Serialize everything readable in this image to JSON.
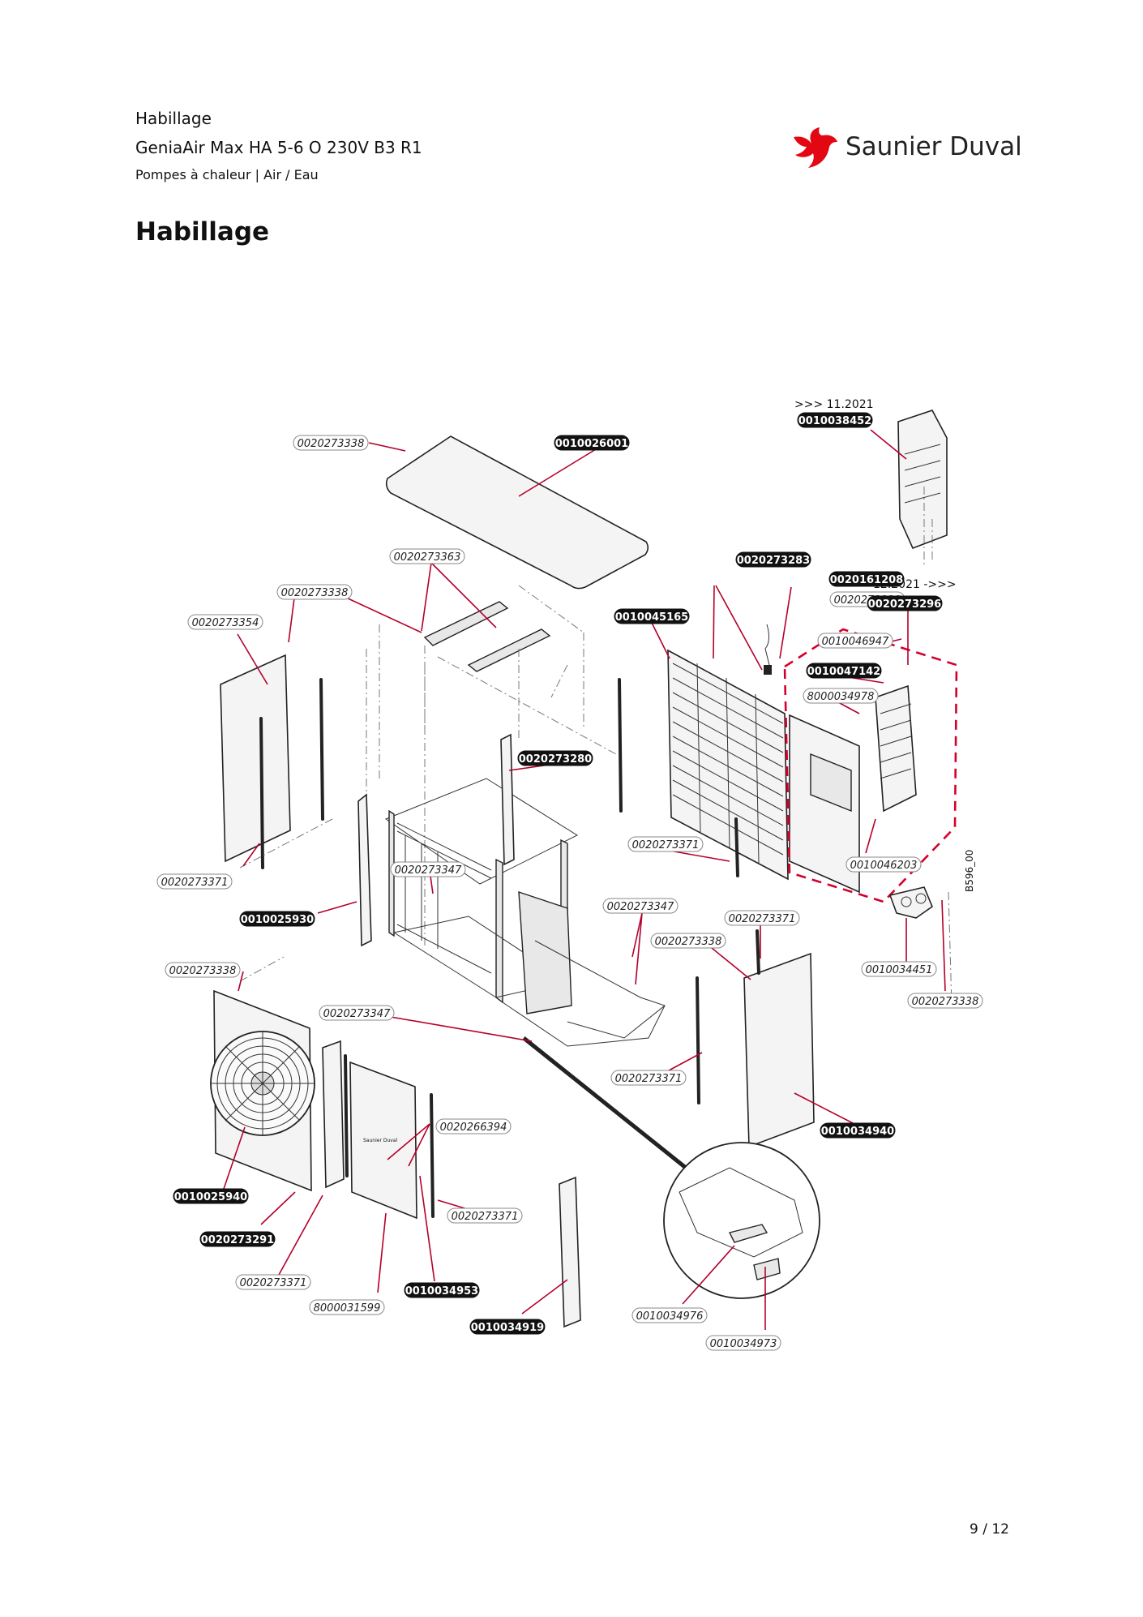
{
  "header": {
    "section": "Habillage",
    "product": "GeniaAir Max HA 5-6 O 230V B3 R1",
    "category": "Pompes à chaleur | Air / Eau"
  },
  "brand": {
    "name": "Saunier Duval",
    "logo_color": "#e30613"
  },
  "page_title": "Habillage",
  "page_number": "9 / 12",
  "diagram": {
    "code": "B596_00",
    "notes": [
      ">>> 11.2021",
      "12.2021 ->>>"
    ],
    "labels": [
      {
        "text": "0020273338",
        "style": "outline"
      },
      {
        "text": "0010026001",
        "style": "filled"
      },
      {
        "text": "0010038452",
        "style": "filled"
      },
      {
        "text": "0020273363",
        "style": "outline"
      },
      {
        "text": "0020273338",
        "style": "outline"
      },
      {
        "text": "0020161208",
        "style": "filled"
      },
      {
        "text": "0020273338",
        "style": "outline"
      },
      {
        "text": "0020273354",
        "style": "outline"
      },
      {
        "text": "0010045165",
        "style": "filled"
      },
      {
        "text": "0020273283",
        "style": "filled"
      },
      {
        "text": "0020273296",
        "style": "filled"
      },
      {
        "text": "0010046947",
        "style": "outline"
      },
      {
        "text": "0010047142",
        "style": "filled"
      },
      {
        "text": "8000034978",
        "style": "outline"
      },
      {
        "text": "0020273280",
        "style": "filled"
      },
      {
        "text": "0020273371",
        "style": "outline"
      },
      {
        "text": "0020273347",
        "style": "outline"
      },
      {
        "text": "0020273371",
        "style": "outline"
      },
      {
        "text": "0010046203",
        "style": "outline"
      },
      {
        "text": "0010025930",
        "style": "filled"
      },
      {
        "text": "0020273347",
        "style": "outline"
      },
      {
        "text": "0020273371",
        "style": "outline"
      },
      {
        "text": "0020273338",
        "style": "outline"
      },
      {
        "text": "0010034451",
        "style": "outline"
      },
      {
        "text": "0020273338",
        "style": "outline"
      },
      {
        "text": "0020273338",
        "style": "outline"
      },
      {
        "text": "0020273347",
        "style": "outline"
      },
      {
        "text": "0020273371",
        "style": "outline"
      },
      {
        "text": "0010034940",
        "style": "filled"
      },
      {
        "text": "0020266394",
        "style": "outline"
      },
      {
        "text": "0010025940",
        "style": "filled"
      },
      {
        "text": "0020273371",
        "style": "outline"
      },
      {
        "text": "0020273291",
        "style": "filled"
      },
      {
        "text": "0020273371",
        "style": "outline"
      },
      {
        "text": "0010034953",
        "style": "filled"
      },
      {
        "text": "8000031599",
        "style": "outline"
      },
      {
        "text": "0010034919",
        "style": "filled"
      },
      {
        "text": "0010034976",
        "style": "outline"
      },
      {
        "text": "0010034973",
        "style": "outline"
      }
    ]
  }
}
